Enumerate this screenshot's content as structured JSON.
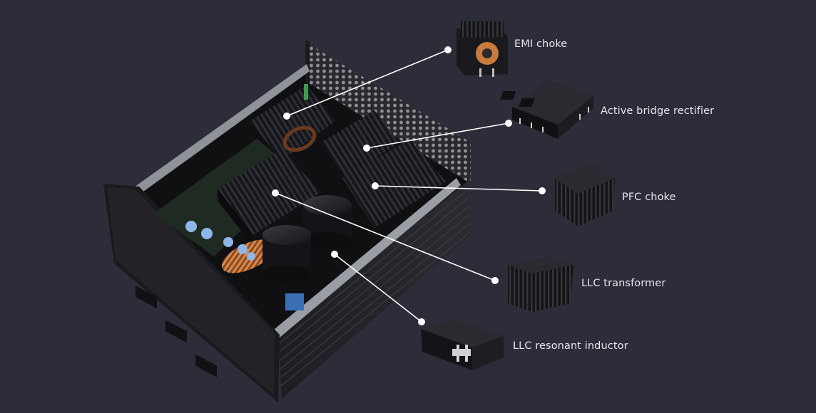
{
  "colors": {
    "background": "#2d2c39",
    "leader_line": "#ffffff",
    "label_text": "#e6e6ec"
  },
  "components": [
    {
      "id": "emi-choke",
      "label": "EMI choke"
    },
    {
      "id": "active-bridge-rectifier",
      "label": "Active bridge rectifier"
    },
    {
      "id": "pfc-choke",
      "label": "PFC choke"
    },
    {
      "id": "llc-transformer",
      "label": "LLC transformer"
    },
    {
      "id": "llc-resonant-inductor",
      "label": "LLC resonant inductor"
    }
  ]
}
